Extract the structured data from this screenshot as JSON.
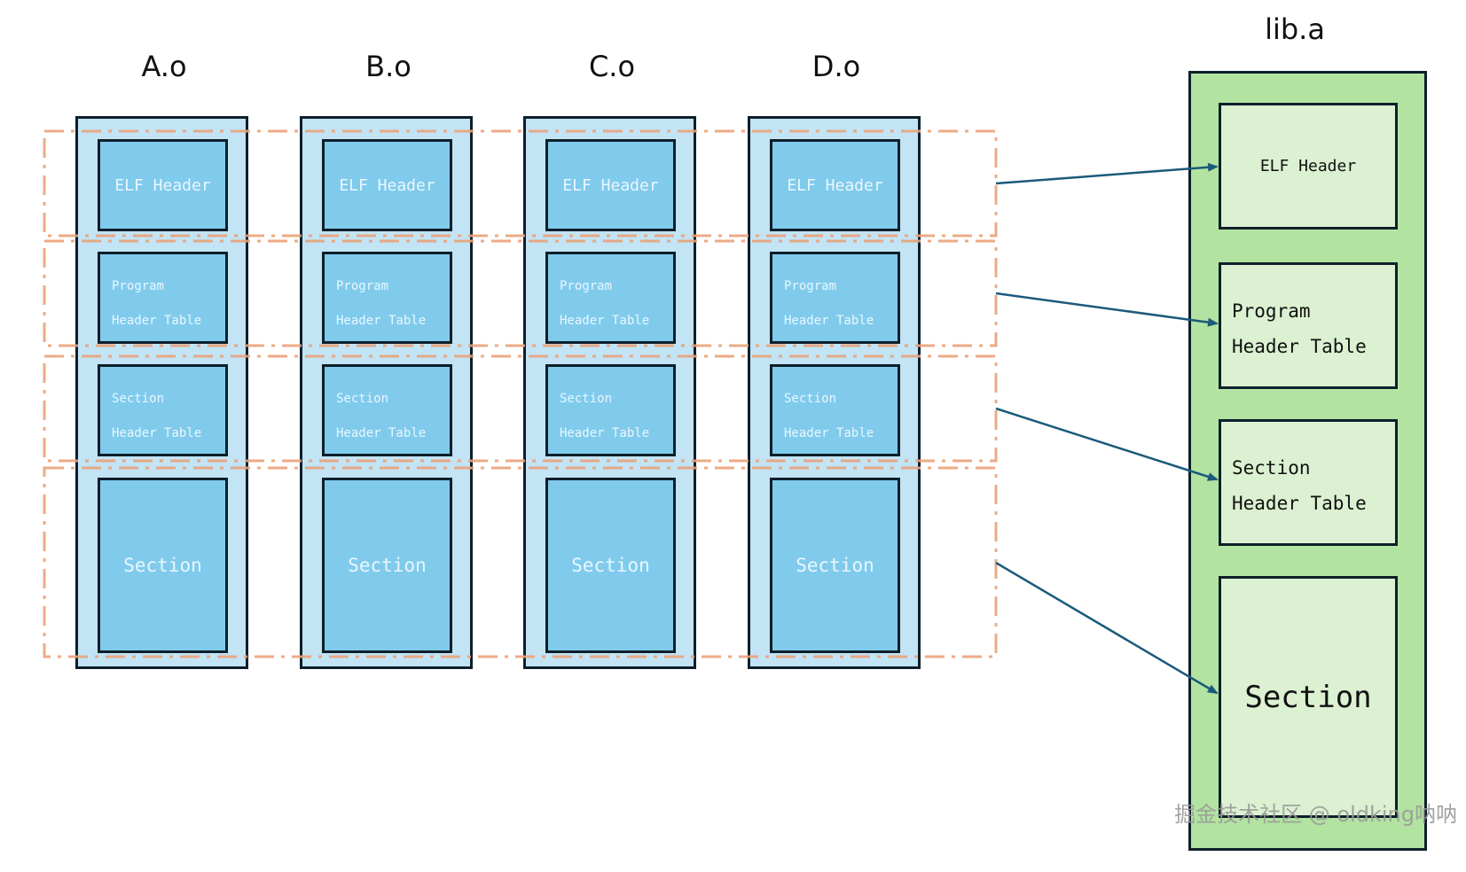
{
  "object_files": [
    {
      "name": "A.o",
      "segments": {
        "elf": "ELF Header",
        "pht": [
          "Program",
          "Header Table"
        ],
        "sht": [
          "Section",
          "Header Table"
        ],
        "section": "Section"
      }
    },
    {
      "name": "B.o",
      "segments": {
        "elf": "ELF Header",
        "pht": [
          "Program",
          "Header Table"
        ],
        "sht": [
          "Section",
          "Header Table"
        ],
        "section": "Section"
      }
    },
    {
      "name": "C.o",
      "segments": {
        "elf": "ELF Header",
        "pht": [
          "Program",
          "Header Table"
        ],
        "sht": [
          "Section",
          "Header Table"
        ],
        "section": "Section"
      }
    },
    {
      "name": "D.o",
      "segments": {
        "elf": "ELF Header",
        "pht": [
          "Program",
          "Header Table"
        ],
        "sht": [
          "Section",
          "Header Table"
        ],
        "section": "Section"
      }
    }
  ],
  "library": {
    "name": "lib.a",
    "segments": {
      "elf": "ELF Header",
      "pht": [
        "Program",
        "Header Table"
      ],
      "sht": [
        "Section",
        "Header Table"
      ],
      "section": "Section"
    }
  },
  "colors": {
    "object_outer": "#c2e4f5",
    "object_segment": "#80cbec",
    "library_outer": "#b2e3a1",
    "library_segment": "#dbf1d1",
    "dashed_group": "#eba27a",
    "arrow": "#1a5a7a"
  },
  "watermark": "掘金技术社区 @ oldking呐呐"
}
